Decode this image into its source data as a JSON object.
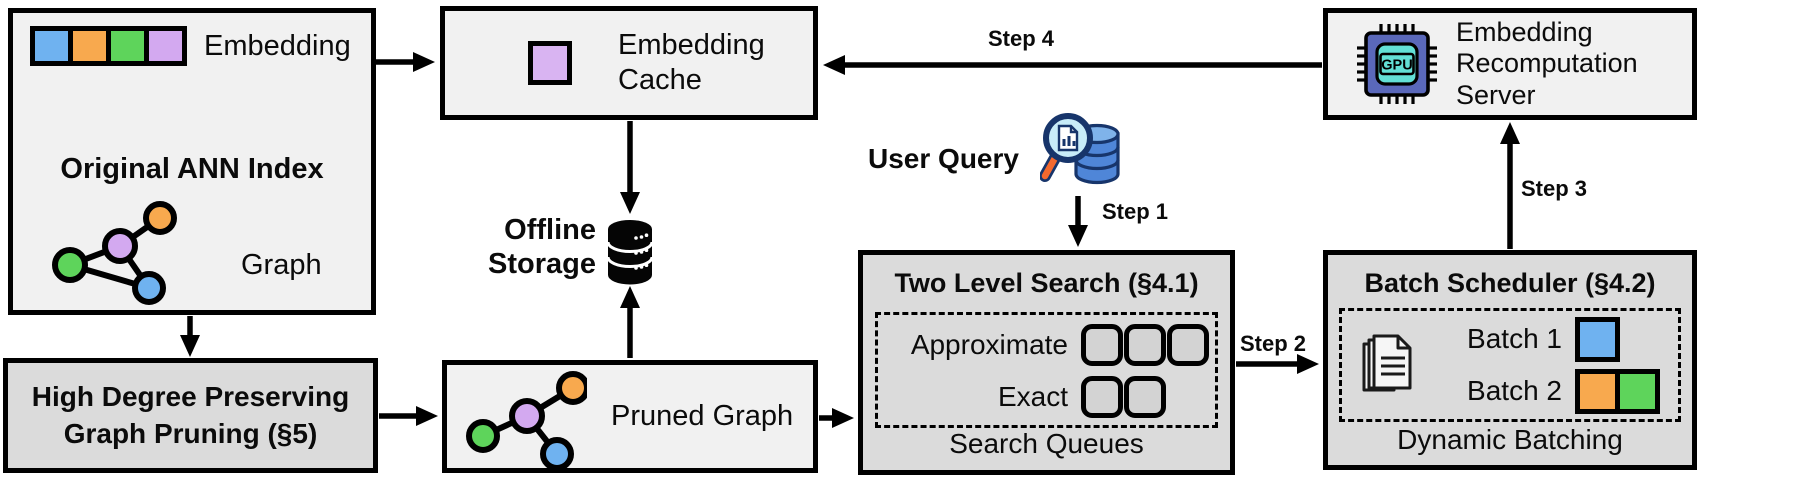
{
  "colors": {
    "blue": "#6fb2f0",
    "orange": "#f8a94e",
    "green": "#5ed45b",
    "purple": "#d3a9f0",
    "cache_purple": "#d9b4f2",
    "box_light": "#f1f1f1",
    "box_dark": "#dbdbdb"
  },
  "original_ann_index": {
    "title": "Original ANN Index",
    "embedding_label": "Embedding",
    "graph_label": "Graph"
  },
  "embedding_cache": {
    "lines": [
      "Embedding",
      "Cache"
    ]
  },
  "offline_storage": {
    "lines": [
      "Offline",
      "Storage"
    ]
  },
  "high_degree_pruning": {
    "lines": [
      "High Degree Preserving",
      "Graph Pruning (§5)"
    ]
  },
  "pruned_graph": {
    "label": "Pruned Graph"
  },
  "user_query": {
    "label": "User Query"
  },
  "two_level_search": {
    "title": "Two Level Search (§4.1)",
    "approximate_label": "Approximate",
    "exact_label": "Exact",
    "footer": "Search Queues",
    "approximate_slot_count": 3,
    "exact_slot_count": 2
  },
  "batch_scheduler": {
    "title": "Batch Scheduler (§4.2)",
    "batch1_label": "Batch 1",
    "batch2_label": "Batch 2",
    "footer": "Dynamic Batching",
    "batch1_colors": [
      "blue"
    ],
    "batch2_colors": [
      "orange",
      "green"
    ]
  },
  "recomputation_server": {
    "lines": [
      "Embedding",
      "Recomputation",
      "Server"
    ],
    "gpu_chip_label": "GPU"
  },
  "steps": {
    "step1": "Step 1",
    "step2": "Step 2",
    "step3": "Step 3",
    "step4": "Step 4"
  }
}
